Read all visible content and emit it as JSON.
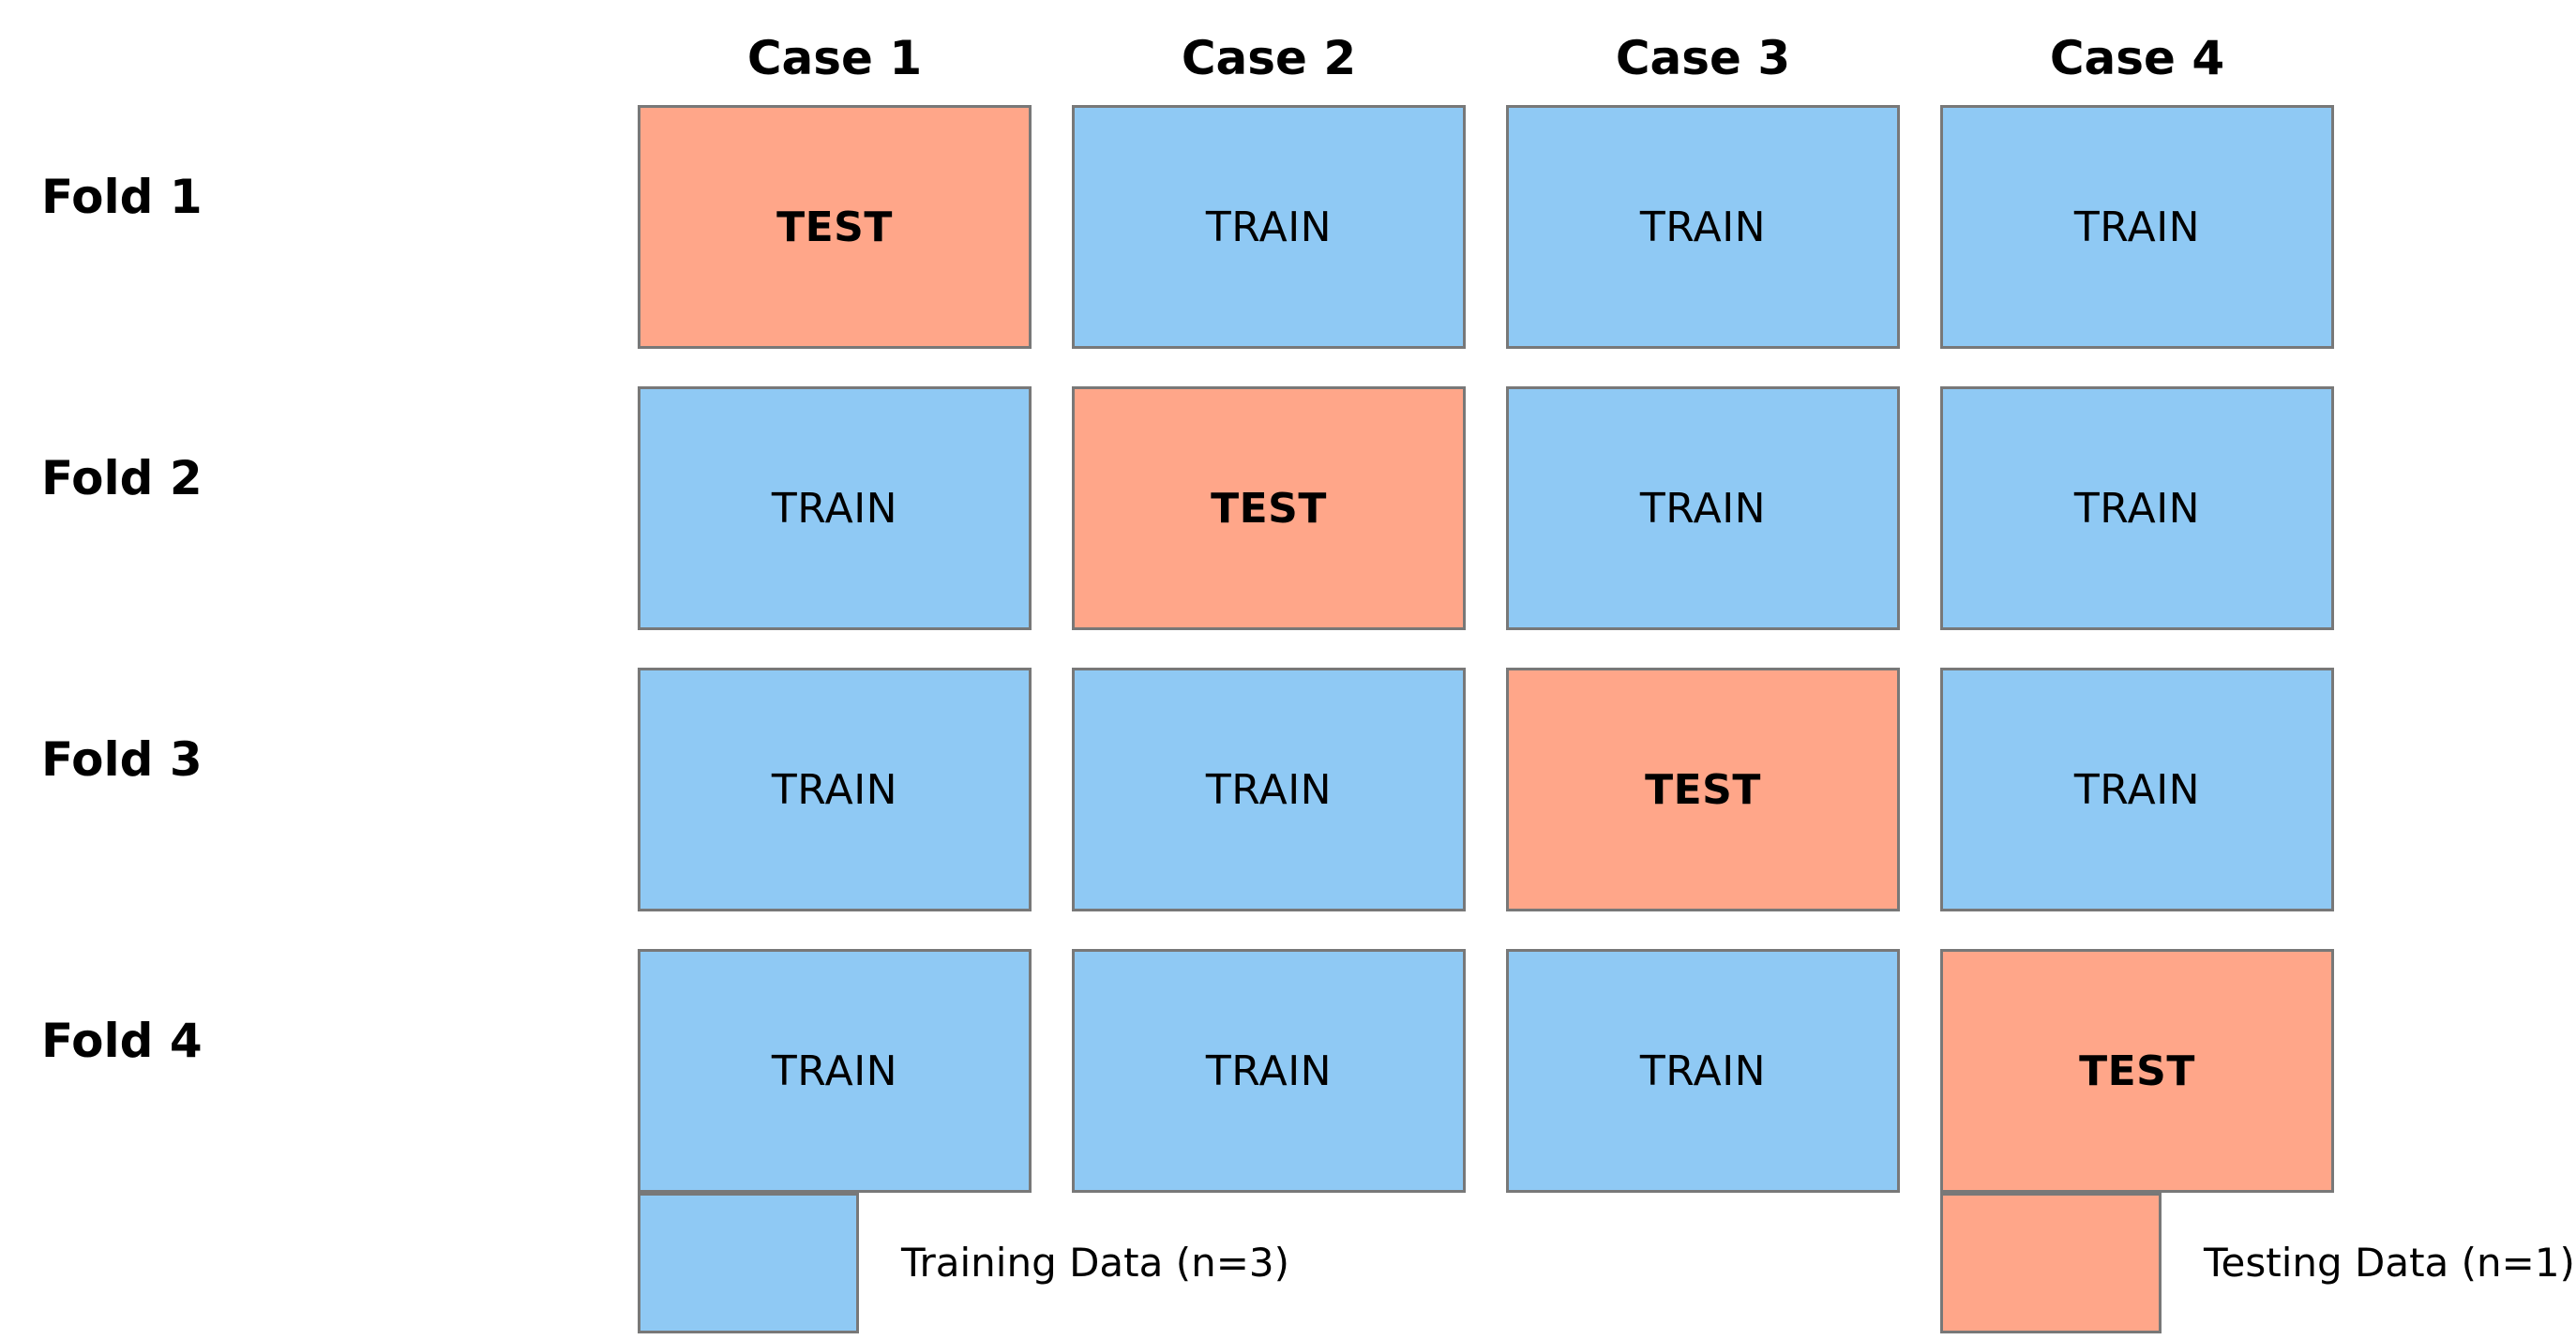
{
  "grid": {
    "column_headers": [
      "Case 1",
      "Case 2",
      "Case 3",
      "Case 4"
    ],
    "row_labels": [
      "Fold 1",
      "Fold 2",
      "Fold 3",
      "Fold 4"
    ],
    "cells": [
      [
        "TEST",
        "TRAIN",
        "TRAIN",
        "TRAIN"
      ],
      [
        "TRAIN",
        "TEST",
        "TRAIN",
        "TRAIN"
      ],
      [
        "TRAIN",
        "TRAIN",
        "TEST",
        "TRAIN"
      ],
      [
        "TRAIN",
        "TRAIN",
        "TRAIN",
        "TEST"
      ]
    ]
  },
  "legend": {
    "training": {
      "label": "Training Data (n=3)"
    },
    "testing": {
      "label": "Testing Data (n=1)"
    }
  },
  "colors": {
    "train_fill": "#8FC9F4",
    "test_fill": "#FFA689",
    "cell_border": "#787878",
    "text": "#000000",
    "background": "#FFFFFF"
  }
}
